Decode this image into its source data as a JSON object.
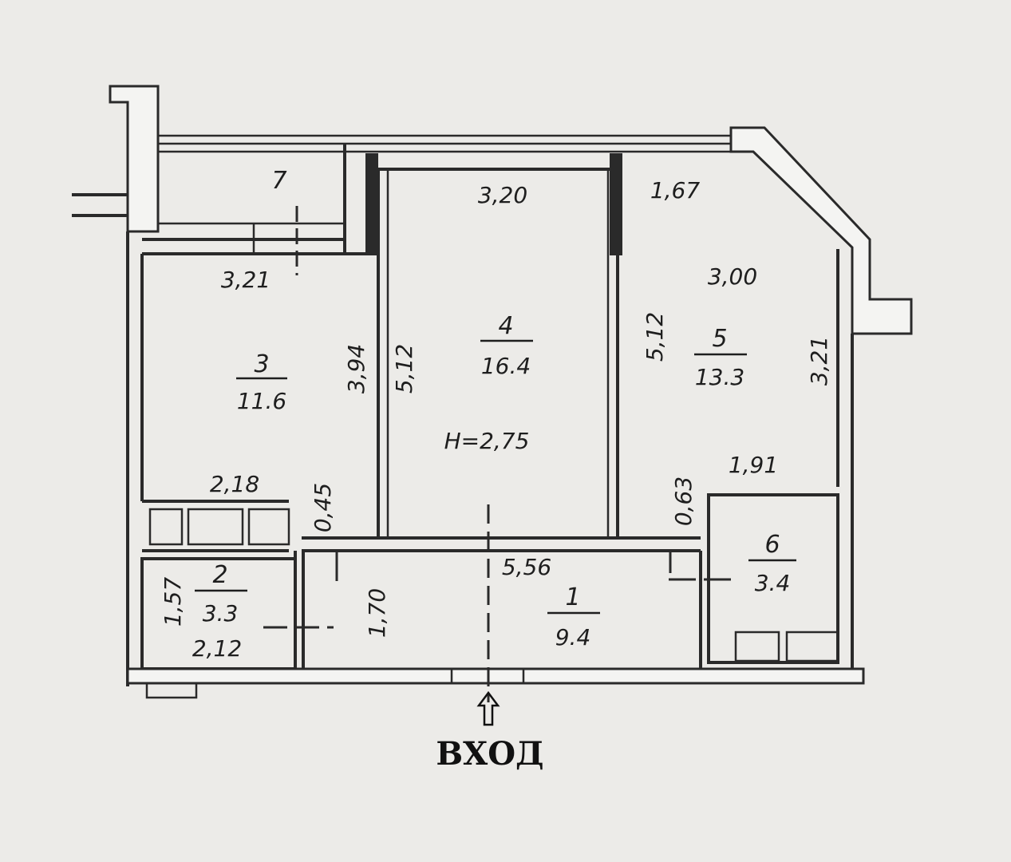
{
  "plan": {
    "ceiling_height": "H=2,75",
    "entrance_label": "ВХОД",
    "entrance_arrow_icon": "up-arrow-icon",
    "rooms": [
      {
        "num": "1",
        "area": "9.4"
      },
      {
        "num": "2",
        "area": "3.3"
      },
      {
        "num": "3",
        "area": "11.6"
      },
      {
        "num": "4",
        "area": "16.4"
      },
      {
        "num": "5",
        "area": "13.3"
      },
      {
        "num": "6",
        "area": "3.4"
      },
      {
        "num": "7"
      }
    ],
    "dimensions": {
      "r3_top": "3,21",
      "r3_height": "3,94",
      "r3_bottom": "2,18",
      "r3_step": "0,45",
      "r4_top": "3,20",
      "r4_left": "5,12",
      "r4_right": "5,12",
      "r5_top": "1,67",
      "r5_diag": "3,00",
      "r5_right": "3,21",
      "r5_bottom": "1,91",
      "r5_step": "0,63",
      "r2_height": "1,57",
      "r2_width": "2,12",
      "r1_height": "1,70",
      "r1_width": "5,56"
    }
  }
}
